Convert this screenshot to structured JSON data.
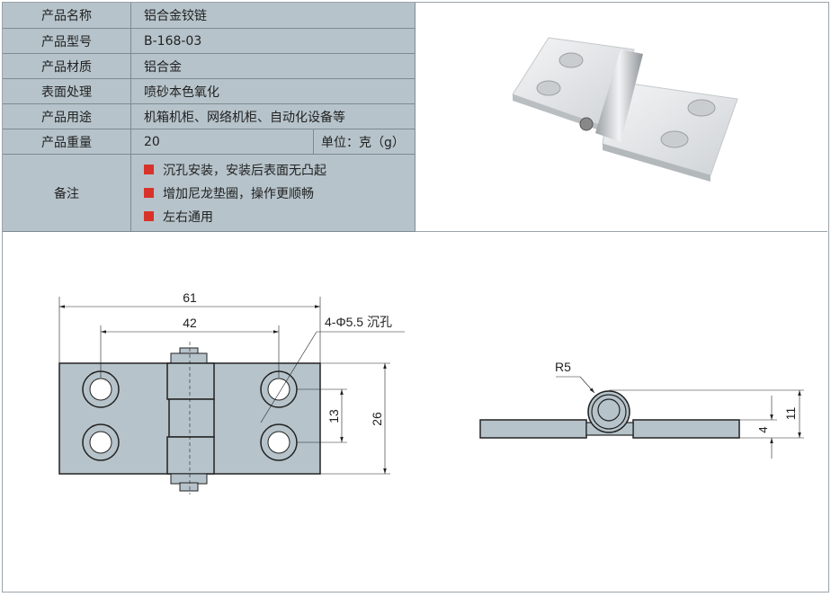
{
  "spec_table": {
    "rows": [
      {
        "label": "产品名称",
        "value": "铝合金铰链"
      },
      {
        "label": "产品型号",
        "value": "B-168-03"
      },
      {
        "label": "产品材质",
        "value": "铝合金"
      },
      {
        "label": "表面处理",
        "value": "喷砂本色氧化"
      },
      {
        "label": "产品用途",
        "value": "机箱机柜、网络机柜、自动化设备等"
      },
      {
        "label": "产品重量",
        "value": "20",
        "unit": "单位：克（g）"
      }
    ],
    "notes_label": "备注",
    "notes": [
      "沉孔安装，安装后表面无凸起",
      "增加尼龙垫圈，操作更顺畅",
      "左右通用"
    ],
    "bullet_color": "#d7332a"
  },
  "drawing": {
    "dim_width": "61",
    "dim_hole_spacing_x": "42",
    "hole_note": "4-Φ5.5 沉孔",
    "dim_hole_spacing_y": "13",
    "dim_height": "26",
    "radius": "R5",
    "dim_total_thickness": "11",
    "dim_plate_thickness": "4"
  }
}
